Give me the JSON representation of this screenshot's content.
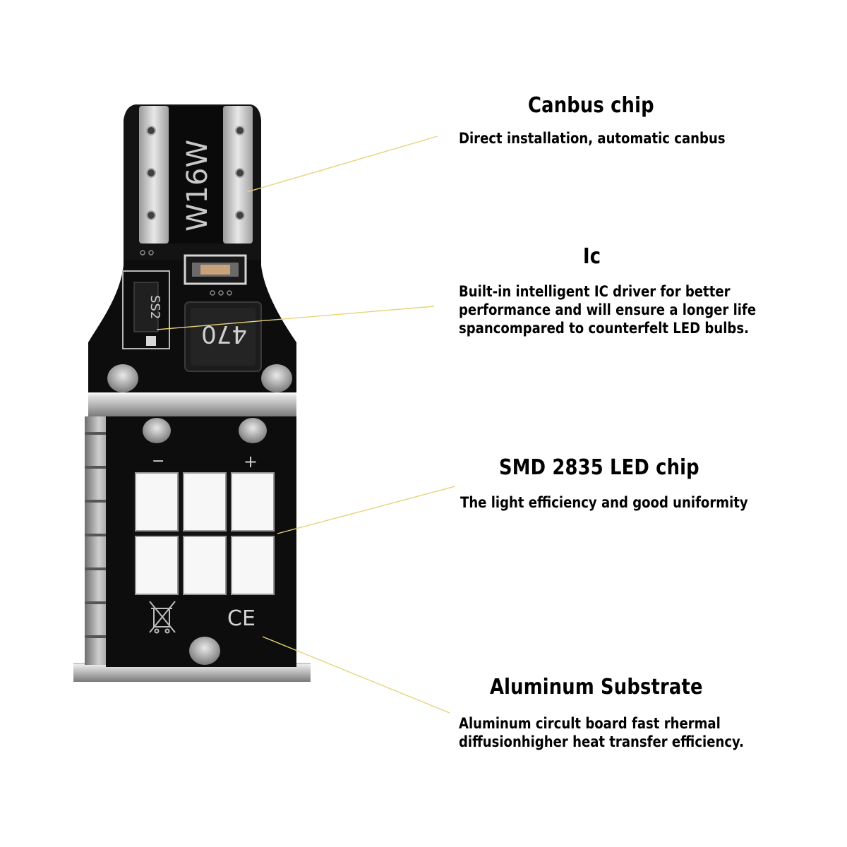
{
  "product": {
    "model_marking": "W16W",
    "diode_marking": "SS2",
    "inductor_marking": "470",
    "minus_sign": "−",
    "plus_sign": "+",
    "ce_mark": "CE",
    "colors": {
      "pcb": "#0d0d0d",
      "aluminum": "#bfbfbf",
      "led_face": "#f7f7f7",
      "leader_line": "#e8d27a",
      "pad": "#cfcfcf",
      "resistor": "#c8a27a"
    }
  },
  "callouts": [
    {
      "title": "Canbus chip",
      "description": [
        "Direct installation, automatic canbus"
      ]
    },
    {
      "title": "Ic",
      "description": [
        "Built-in intelligent IC driver for better",
        "performance and will ensure a longer life",
        "spancompared to counterfelt LED bulbs."
      ]
    },
    {
      "title": "SMD 2835 LED chip",
      "description": [
        "The light efficiency and good uniformity"
      ]
    },
    {
      "title": "Aluminum Substrate",
      "description": [
        "Aluminum circult board fast rhermal",
        "diffusionhigher heat transfer efficiency."
      ]
    }
  ]
}
